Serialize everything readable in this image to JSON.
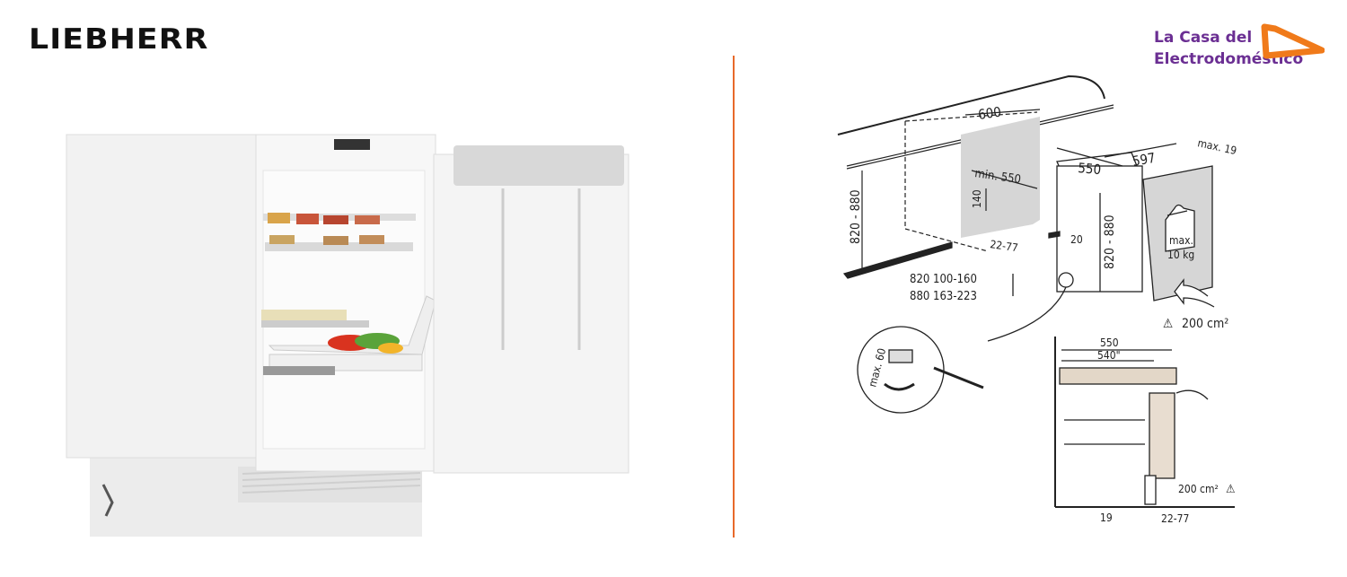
{
  "brand": {
    "name": "LIEBHERR"
  },
  "retailer": {
    "line1": "La Casa del",
    "line2": "Electrodoméstico",
    "text_color": "#6b2f93",
    "accent_color": "#f07a1a"
  },
  "divider_color": "#e8692a",
  "diagram": {
    "niche_width": "600",
    "niche_depth_min": "min. 550",
    "vent_height": "140",
    "niche_height": "820 - 880",
    "plinth_offset": "22-77",
    "gap": "20",
    "appliance_depth": "550",
    "appliance_width": "597",
    "door_thickness": "max. 19",
    "appliance_height": "820 - 880",
    "weight_line1": "max.",
    "weight_line2": "10 kg",
    "plinth_row1": "820  100-160",
    "plinth_row2": "880  163-223",
    "ventilation": "200 cm²",
    "foot_adjust": "max. 60",
    "section": {
      "depth": "550",
      "depth_inner": "540\"",
      "ventilation": "200 cm²",
      "wall_gap": "19",
      "plinth_offset": "22-77"
    }
  }
}
